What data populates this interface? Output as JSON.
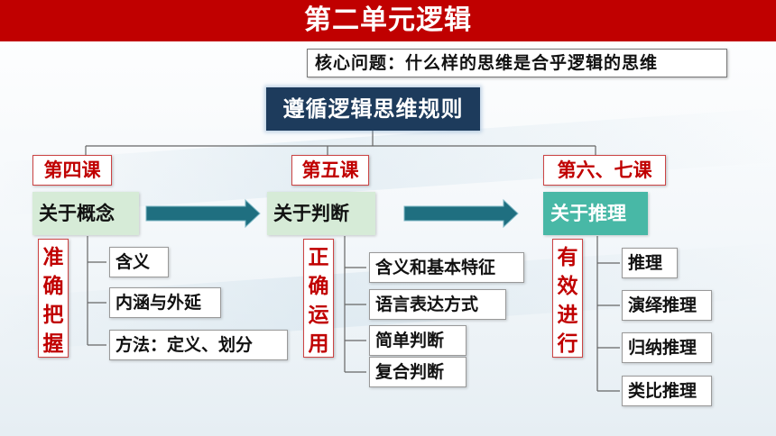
{
  "title": "第二单元逻辑",
  "core_question": "核心问题：什么样的思维是合乎逻辑的思维",
  "root": "遵循逻辑思维规则",
  "columns": [
    {
      "lesson": "第四课",
      "concept": "关于概念",
      "side": "准确把握",
      "items": [
        "含义",
        "内涵与外延",
        "方法：定义、划分"
      ]
    },
    {
      "lesson": "第五课",
      "concept": "关于判断",
      "side": "正确运用",
      "items": [
        "含义和基本特征",
        "语言表达方式",
        "简单判断",
        "复合判断"
      ]
    },
    {
      "lesson": "第六、七课",
      "concept": "关于推理",
      "side": "有效进行",
      "items": [
        "推理",
        "演绎推理",
        "归纳推理",
        "类比推理"
      ]
    }
  ],
  "colors": {
    "title_bar": "#c00000",
    "root_box": "#1d3b5c",
    "concept_green": "#d6ebd7",
    "concept_teal": "#48b8a6",
    "arrow": "#1f6f80",
    "accent_red": "#c00000"
  }
}
